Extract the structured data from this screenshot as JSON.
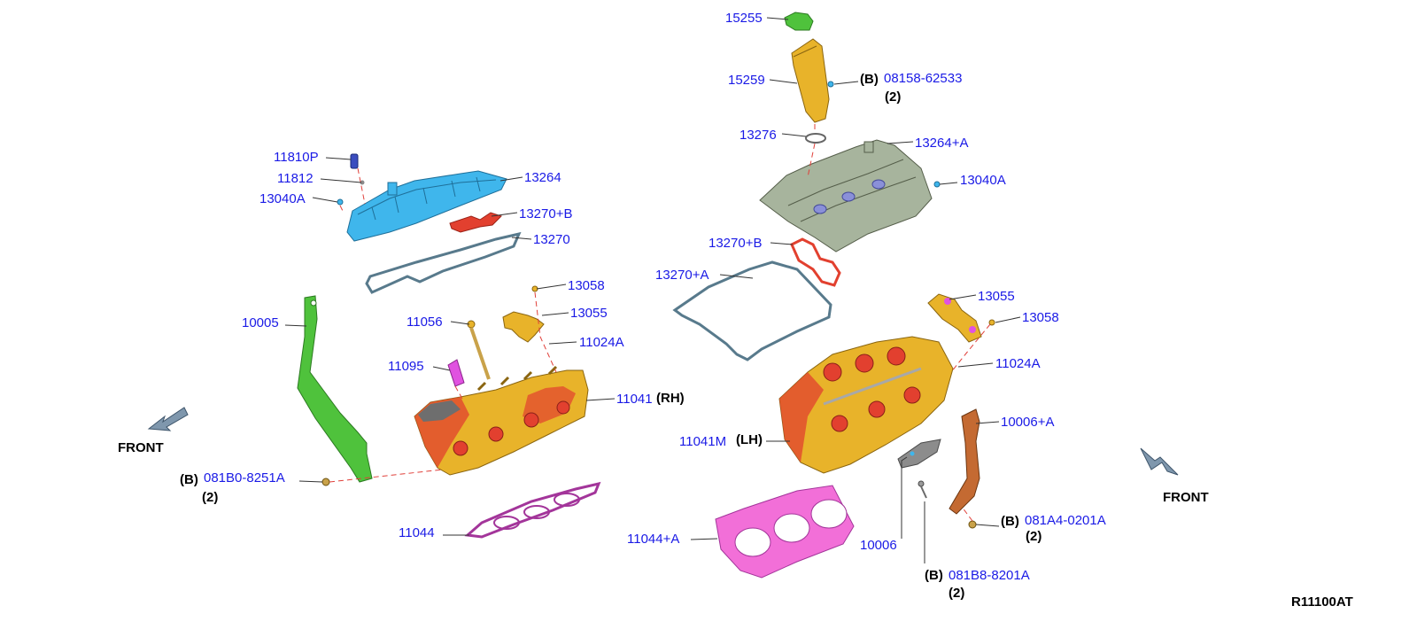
{
  "diagram_code": "R11100AT",
  "front_left": "FRONT",
  "front_right": "FRONT",
  "labels": {
    "p15255": "15255",
    "p15259": "15259",
    "p08158_b": "(B)",
    "p08158": "08158-62533",
    "p08158_qty": "(2)",
    "p13276": "13276",
    "p13264a": "13264+A",
    "p13040a_r": "13040A",
    "p11810p": "11810P",
    "p11812": "11812",
    "p13040a_l": "13040A",
    "p13264": "13264",
    "p13270b_l": "13270+B",
    "p13270": "13270",
    "p13270b_r": "13270+B",
    "p13270a": "13270+A",
    "p10005": "10005",
    "p13058_l": "13058",
    "p11056": "11056",
    "p13055_l": "13055",
    "p11024a_l": "11024A",
    "p11095": "11095",
    "p11041": "11041",
    "p11041_rh": "(RH)",
    "p13055_r": "13055",
    "p13058_r": "13058",
    "p11024a_r": "11024A",
    "p10006a": "10006+A",
    "p11041m": "11041M",
    "p11041m_lh": "(LH)",
    "p081b0_b": "(B)",
    "p081b0": "081B0-8251A",
    "p081b0_qty": "(2)",
    "p11044": "11044",
    "p11044a": "11044+A",
    "p10006": "10006",
    "p081a4_b": "(B)",
    "p081a4": "081A4-0201A",
    "p081a4_qty": "(2)",
    "p081b8_b": "(B)",
    "p081b8": "081B8-8201A",
    "p081b8_qty": "(2)"
  },
  "colors": {
    "label_blue": "#1a1ae6",
    "cover_blue": "#3fb6ec",
    "cover_gray": "#a7b49d",
    "head_gold": "#e8b32a",
    "head_red": "#e2402f",
    "bracket_green": "#4fc23c",
    "bracket_brown": "#c46a32",
    "gasket_pink": "#f26fd8",
    "gasket_purple": "#a3359a",
    "gasket_steel": "#587a8c",
    "seal_red": "#e2402f",
    "collar_magenta": "#e052e0",
    "arrow_steel": "#7f97ad"
  }
}
